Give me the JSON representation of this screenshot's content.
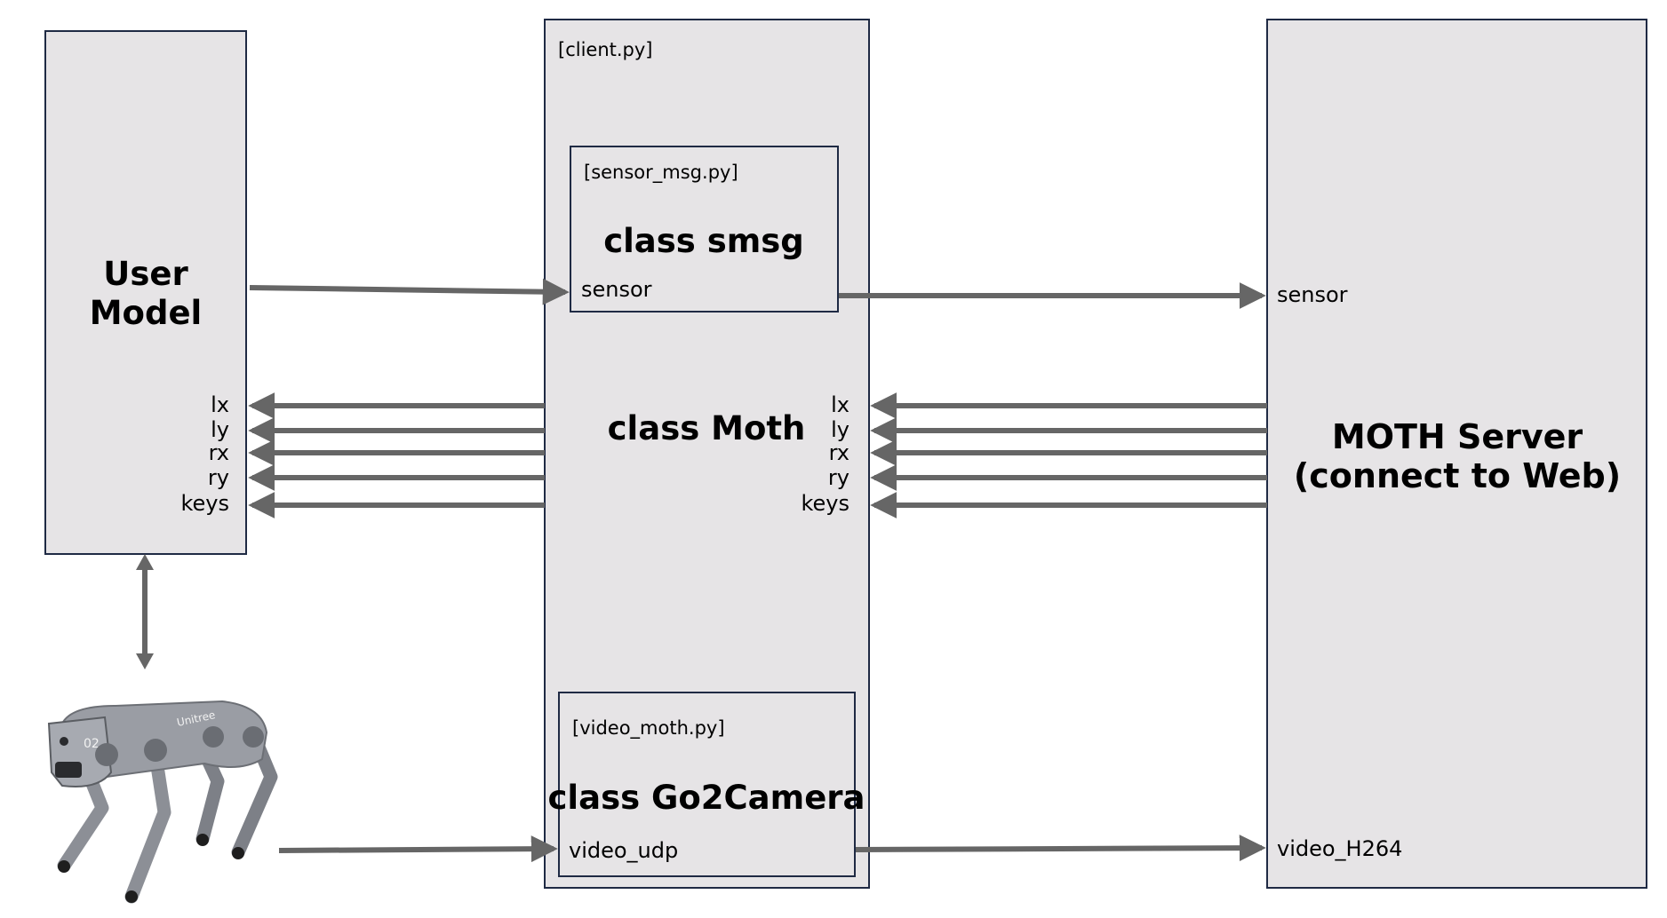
{
  "user_model": {
    "title_line1": "User",
    "title_line2": "Model",
    "ports": [
      "lx",
      "ly",
      "rx",
      "ry",
      "keys"
    ]
  },
  "client": {
    "file": "[client.py]",
    "class_label": "class Moth",
    "ports_right": [
      "lx",
      "ly",
      "rx",
      "ry",
      "keys"
    ],
    "sensor_msg": {
      "file": "[sensor_msg.py]",
      "class_label": "class smsg",
      "port": "sensor"
    },
    "video": {
      "file": "[video_moth.py]",
      "class_label": "class Go2Camera",
      "port": "video_udp"
    }
  },
  "server": {
    "title_line1": "MOTH Server",
    "title_line2": "(connect to Web)",
    "sensor_port": "sensor",
    "video_port": "video_H264"
  },
  "robot": {
    "icon": "robot-dog-icon",
    "body_color": "#8c8f96",
    "joint_color": "#5b5e63",
    "foot_color": "#1e1e1e",
    "panel_text": "02",
    "brand_text": "Unitree"
  }
}
